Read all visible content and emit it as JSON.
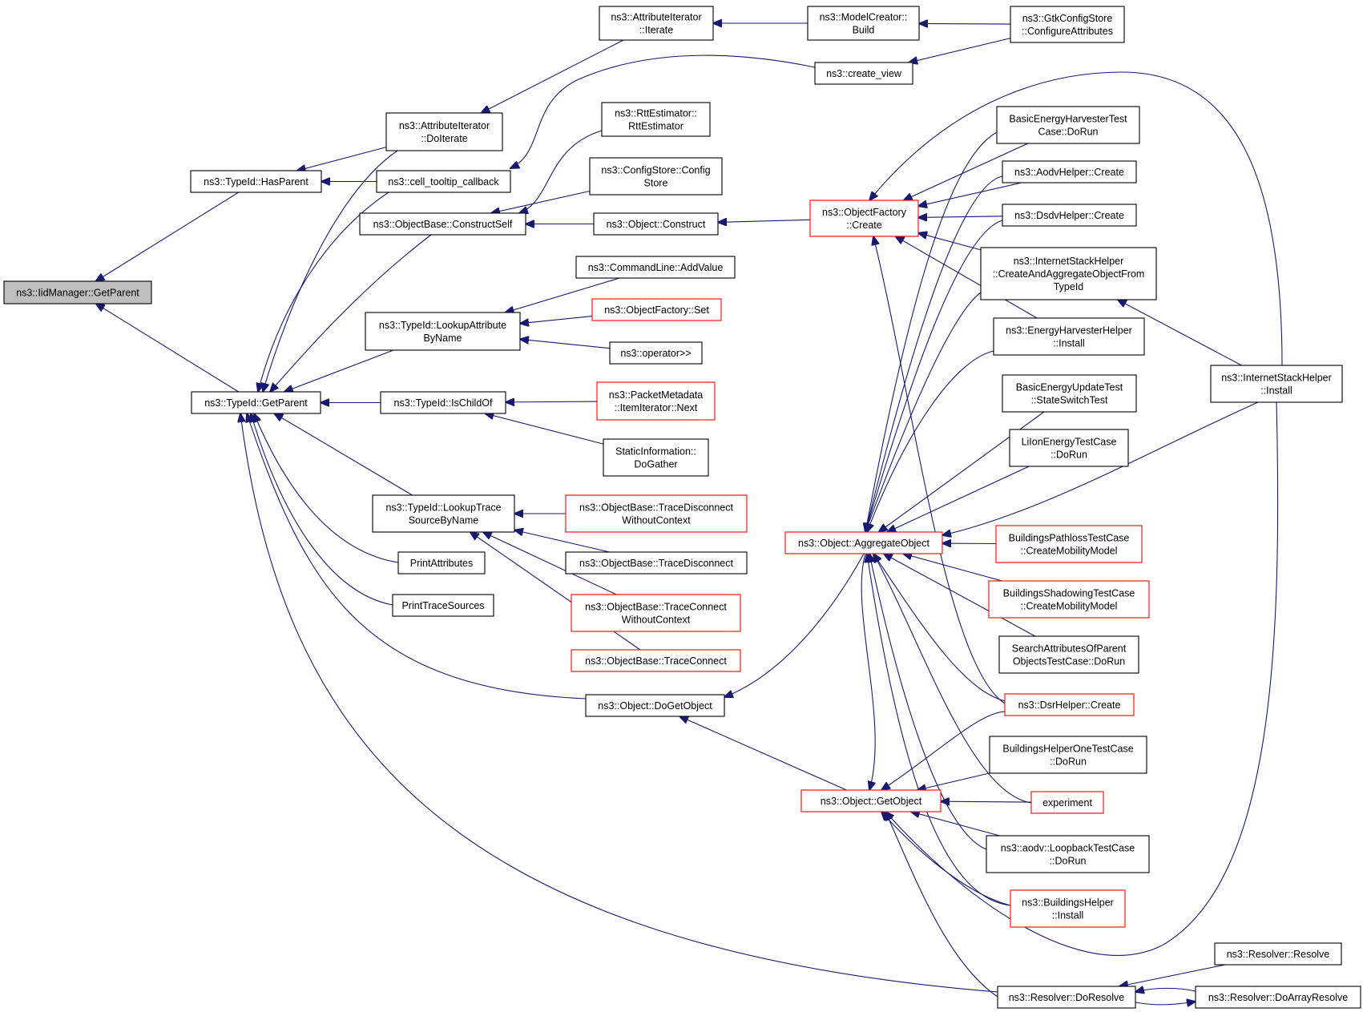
{
  "colors": {
    "edge": "#191970",
    "border_normal": "#000000",
    "border_red": "#ff0000",
    "root_fill": "#bfbfbf"
  },
  "nodes": {
    "IidGetParent": {
      "lines": [
        "ns3::IidManager::GetParent"
      ],
      "style": "root"
    },
    "TypeIdHasParent": {
      "lines": [
        "ns3::TypeId::HasParent"
      ],
      "style": "normal"
    },
    "TypeIdGetParent": {
      "lines": [
        "ns3::TypeId::GetParent"
      ],
      "style": "normal"
    },
    "AttrIterDoIterate": {
      "lines": [
        "ns3::AttributeIterator",
        "::DoIterate"
      ],
      "style": "normal"
    },
    "CellTooltip": {
      "lines": [
        "ns3::cell_tooltip_callback"
      ],
      "style": "normal"
    },
    "AttrIterIterate": {
      "lines": [
        "ns3::AttributeIterator",
        "::Iterate"
      ],
      "style": "normal"
    },
    "ModelCreatorBuild": {
      "lines": [
        "ns3::ModelCreator::",
        "Build"
      ],
      "style": "normal"
    },
    "GtkConfigStore": {
      "lines": [
        "ns3::GtkConfigStore",
        "::ConfigureAttributes"
      ],
      "style": "normal"
    },
    "CreateView": {
      "lines": [
        "ns3::create_view"
      ],
      "style": "normal"
    },
    "ConstructSelf": {
      "lines": [
        "ns3::ObjectBase::ConstructSelf"
      ],
      "style": "normal"
    },
    "RttEstimator": {
      "lines": [
        "ns3::RttEstimator::",
        "RttEstimator"
      ],
      "style": "normal"
    },
    "ConfigStore": {
      "lines": [
        "ns3::ConfigStore::Config",
        "Store"
      ],
      "style": "normal"
    },
    "ObjectConstruct": {
      "lines": [
        "ns3::Object::Construct"
      ],
      "style": "normal"
    },
    "ObjFactoryCreate": {
      "lines": [
        "ns3::ObjectFactory",
        "::Create"
      ],
      "style": "red"
    },
    "LookupAttr": {
      "lines": [
        "ns3::TypeId::LookupAttribute",
        "ByName"
      ],
      "style": "normal"
    },
    "CmdAddValue": {
      "lines": [
        "ns3::CommandLine::AddValue"
      ],
      "style": "normal"
    },
    "ObjFactorySet": {
      "lines": [
        "ns3::ObjectFactory::Set"
      ],
      "style": "red"
    },
    "OperatorShift": {
      "lines": [
        "ns3::operator>>"
      ],
      "style": "normal"
    },
    "IsChildOf": {
      "lines": [
        "ns3::TypeId::IsChildOf"
      ],
      "style": "normal"
    },
    "PacketMetaNext": {
      "lines": [
        "ns3::PacketMetadata",
        "::ItemIterator::Next"
      ],
      "style": "red"
    },
    "StaticInfo": {
      "lines": [
        "StaticInformation::",
        "DoGather"
      ],
      "style": "normal"
    },
    "LookupTrace": {
      "lines": [
        "ns3::TypeId::LookupTrace",
        "SourceByName"
      ],
      "style": "normal"
    },
    "TraceDiscWoCtx": {
      "lines": [
        "ns3::ObjectBase::TraceDisconnect",
        "WithoutContext"
      ],
      "style": "red"
    },
    "TraceDisc": {
      "lines": [
        "ns3::ObjectBase::TraceDisconnect"
      ],
      "style": "normal"
    },
    "TraceConnWoCtx": {
      "lines": [
        "ns3::ObjectBase::TraceConnect",
        "WithoutContext"
      ],
      "style": "red"
    },
    "TraceConn": {
      "lines": [
        "ns3::ObjectBase::TraceConnect"
      ],
      "style": "red"
    },
    "PrintAttributes": {
      "lines": [
        "PrintAttributes"
      ],
      "style": "normal"
    },
    "PrintTraceSources": {
      "lines": [
        "PrintTraceSources"
      ],
      "style": "normal"
    },
    "DoGetObject": {
      "lines": [
        "ns3::Object::DoGetObject"
      ],
      "style": "normal"
    },
    "AggregateObject": {
      "lines": [
        "ns3::Object::AggregateObject"
      ],
      "style": "red"
    },
    "GetObject": {
      "lines": [
        "ns3::Object::GetObject"
      ],
      "style": "red"
    },
    "ResolverDoResolve": {
      "lines": [
        "ns3::Resolver::DoResolve"
      ],
      "style": "normal"
    },
    "BasicEHTest": {
      "lines": [
        "BasicEnergyHarvesterTest",
        "Case::DoRun"
      ],
      "style": "normal"
    },
    "AodvCreate": {
      "lines": [
        "ns3::AodvHelper::Create"
      ],
      "style": "normal"
    },
    "DsdvCreate": {
      "lines": [
        "ns3::DsdvHelper::Create"
      ],
      "style": "normal"
    },
    "ISHCreateAgg": {
      "lines": [
        "ns3::InternetStackHelper",
        "::CreateAndAggregateObjectFrom",
        "TypeId"
      ],
      "style": "normal"
    },
    "EHHInstall": {
      "lines": [
        "ns3::EnergyHarvesterHelper",
        "::Install"
      ],
      "style": "normal"
    },
    "BasicEUTest": {
      "lines": [
        "BasicEnergyUpdateTest",
        "::StateSwitchTest"
      ],
      "style": "normal"
    },
    "LiIonTest": {
      "lines": [
        "LiIonEnergyTestCase",
        "::DoRun"
      ],
      "style": "normal"
    },
    "BldPathloss": {
      "lines": [
        "BuildingsPathlossTestCase",
        "::CreateMobilityModel"
      ],
      "style": "red"
    },
    "BldShadowing": {
      "lines": [
        "BuildingsShadowingTestCase",
        "::CreateMobilityModel"
      ],
      "style": "red"
    },
    "SearchAttr": {
      "lines": [
        "SearchAttributesOfParent",
        "ObjectsTestCase::DoRun"
      ],
      "style": "normal"
    },
    "DsrCreate": {
      "lines": [
        "ns3::DsrHelper::Create"
      ],
      "style": "red"
    },
    "BldHelperOne": {
      "lines": [
        "BuildingsHelperOneTestCase",
        "::DoRun"
      ],
      "style": "normal"
    },
    "Experiment": {
      "lines": [
        "experiment"
      ],
      "style": "red"
    },
    "AodvLoopback": {
      "lines": [
        "ns3::aodv::LoopbackTestCase",
        "::DoRun"
      ],
      "style": "normal"
    },
    "BldHelperInstall": {
      "lines": [
        "ns3::BuildingsHelper",
        "::Install"
      ],
      "style": "red"
    },
    "ISHInstall": {
      "lines": [
        "ns3::InternetStackHelper",
        "::Install"
      ],
      "style": "normal"
    },
    "ResolverResolve": {
      "lines": [
        "ns3::Resolver::Resolve"
      ],
      "style": "normal"
    },
    "ResolverDoArray": {
      "lines": [
        "ns3::Resolver::DoArrayResolve"
      ],
      "style": "normal"
    }
  },
  "edges": [
    [
      "IidGetParent",
      "TypeIdHasParent"
    ],
    [
      "IidGetParent",
      "TypeIdGetParent"
    ],
    [
      "TypeIdHasParent",
      "AttrIterDoIterate"
    ],
    [
      "TypeIdHasParent",
      "CellTooltip"
    ],
    [
      "AttrIterDoIterate",
      "AttrIterIterate"
    ],
    [
      "AttrIterIterate",
      "ModelCreatorBuild"
    ],
    [
      "ModelCreatorBuild",
      "GtkConfigStore"
    ],
    [
      "CellTooltip",
      "CreateView"
    ],
    [
      "CreateView",
      "GtkConfigStore"
    ],
    [
      "TypeIdGetParent",
      "AttrIterDoIterate"
    ],
    [
      "TypeIdGetParent",
      "CellTooltip"
    ],
    [
      "TypeIdGetParent",
      "ConstructSelf"
    ],
    [
      "TypeIdGetParent",
      "LookupAttr"
    ],
    [
      "TypeIdGetParent",
      "IsChildOf"
    ],
    [
      "TypeIdGetParent",
      "LookupTrace"
    ],
    [
      "TypeIdGetParent",
      "PrintAttributes"
    ],
    [
      "TypeIdGetParent",
      "PrintTraceSources"
    ],
    [
      "TypeIdGetParent",
      "DoGetObject"
    ],
    [
      "TypeIdGetParent",
      "ResolverDoResolve"
    ],
    [
      "ConstructSelf",
      "RttEstimator"
    ],
    [
      "ConstructSelf",
      "ConfigStore"
    ],
    [
      "ConstructSelf",
      "ObjectConstruct"
    ],
    [
      "ObjectConstruct",
      "ObjFactoryCreate"
    ],
    [
      "LookupAttr",
      "CmdAddValue"
    ],
    [
      "LookupAttr",
      "ObjFactorySet"
    ],
    [
      "LookupAttr",
      "OperatorShift"
    ],
    [
      "IsChildOf",
      "PacketMetaNext"
    ],
    [
      "IsChildOf",
      "StaticInfo"
    ],
    [
      "LookupTrace",
      "TraceDiscWoCtx"
    ],
    [
      "LookupTrace",
      "TraceDisc"
    ],
    [
      "LookupTrace",
      "TraceConnWoCtx"
    ],
    [
      "LookupTrace",
      "TraceConn"
    ],
    [
      "DoGetObject",
      "AggregateObject"
    ],
    [
      "DoGetObject",
      "GetObject"
    ],
    [
      "ObjFactoryCreate",
      "BasicEHTest"
    ],
    [
      "ObjFactoryCreate",
      "AodvCreate"
    ],
    [
      "ObjFactoryCreate",
      "DsdvCreate"
    ],
    [
      "ObjFactoryCreate",
      "ISHCreateAgg"
    ],
    [
      "ObjFactoryCreate",
      "EHHInstall"
    ],
    [
      "ObjFactoryCreate",
      "ISHInstall"
    ],
    [
      "ObjFactoryCreate",
      "DsrCreate"
    ],
    [
      "AggregateObject",
      "BasicEHTest"
    ],
    [
      "AggregateObject",
      "AodvCreate"
    ],
    [
      "AggregateObject",
      "DsdvCreate"
    ],
    [
      "AggregateObject",
      "ISHCreateAgg"
    ],
    [
      "AggregateObject",
      "EHHInstall"
    ],
    [
      "AggregateObject",
      "BasicEUTest"
    ],
    [
      "AggregateObject",
      "LiIonTest"
    ],
    [
      "AggregateObject",
      "BldPathloss"
    ],
    [
      "AggregateObject",
      "BldShadowing"
    ],
    [
      "AggregateObject",
      "SearchAttr"
    ],
    [
      "AggregateObject",
      "DsrCreate"
    ],
    [
      "AggregateObject",
      "Experiment"
    ],
    [
      "AggregateObject",
      "AodvLoopback"
    ],
    [
      "AggregateObject",
      "BldHelperInstall"
    ],
    [
      "AggregateObject",
      "ISHInstall"
    ],
    [
      "GetObject",
      "AggregateObject"
    ],
    [
      "GetObject",
      "DsrCreate"
    ],
    [
      "GetObject",
      "BldHelperOne"
    ],
    [
      "GetObject",
      "Experiment"
    ],
    [
      "GetObject",
      "AodvLoopback"
    ],
    [
      "GetObject",
      "BldHelperInstall"
    ],
    [
      "GetObject",
      "ISHInstall"
    ],
    [
      "GetObject",
      "ResolverDoResolve"
    ],
    [
      "ISHCreateAgg",
      "ISHInstall"
    ],
    [
      "ResolverDoResolve",
      "ResolverResolve"
    ],
    [
      "ResolverDoResolve",
      "ResolverDoArray"
    ],
    [
      "ResolverDoArray",
      "ResolverDoResolve"
    ]
  ]
}
